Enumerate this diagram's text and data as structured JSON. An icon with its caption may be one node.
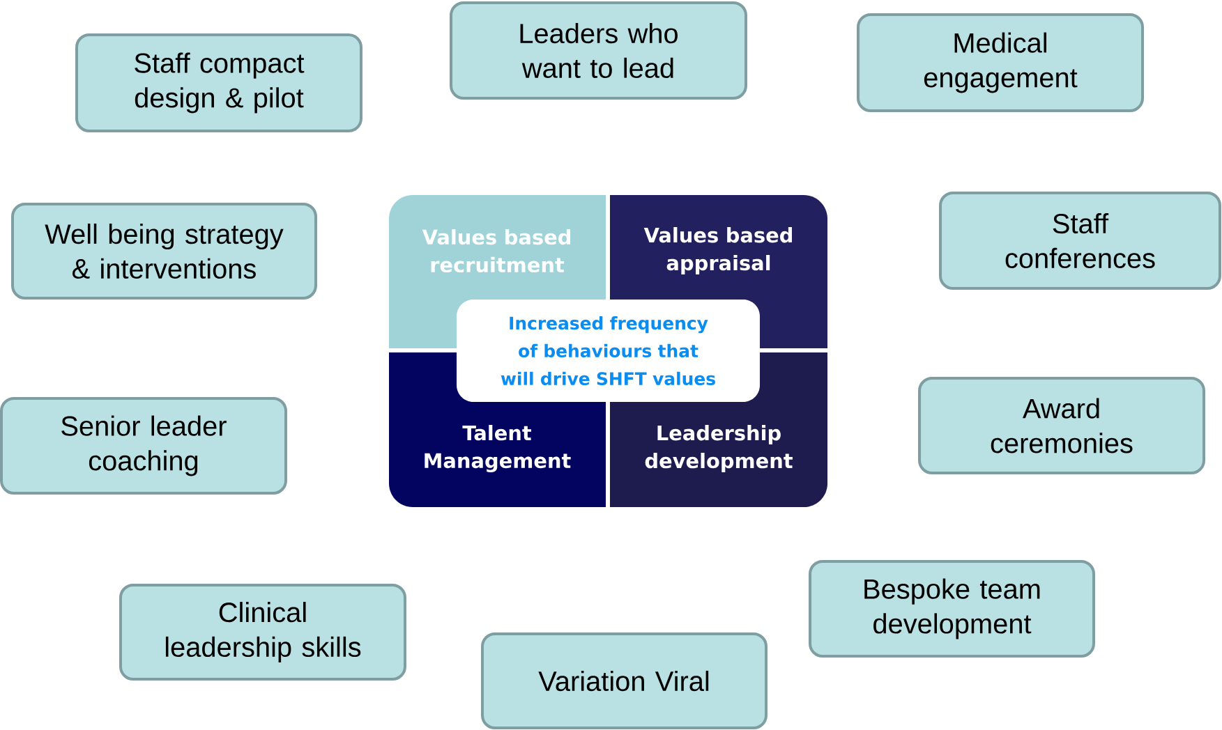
{
  "diagram": {
    "nodes": [
      {
        "text": [
          "Staff compact design & pilot"
        ]
      },
      {
        "text": [
          "Leaders who want to lead"
        ]
      },
      {
        "text": [
          "Medical engagement"
        ]
      },
      {
        "text": [
          "Well being strategy & interventions"
        ]
      },
      {
        "text": [
          "Values based recruitment"
        ]
      },
      {
        "text": [
          "Values based appraisal"
        ]
      },
      {
        "text": [
          "Talent Management"
        ]
      },
      {
        "text": [
          "Leadership development"
        ]
      },
      {
        "text": [
          "Increased frequency of behaviours that will drive SHFT values"
        ]
      },
      {
        "text": [
          "Staff conferences"
        ]
      },
      {
        "text": [
          "Senior leader coaching"
        ]
      },
      {
        "text": [
          "Award ceremonies"
        ]
      },
      {
        "text": [
          "Clinical leadership skills"
        ]
      },
      {
        "text": [
          "Bespoke team development"
        ]
      },
      {
        "text": [
          "Variation Viral"
        ]
      }
    ]
  }
}
